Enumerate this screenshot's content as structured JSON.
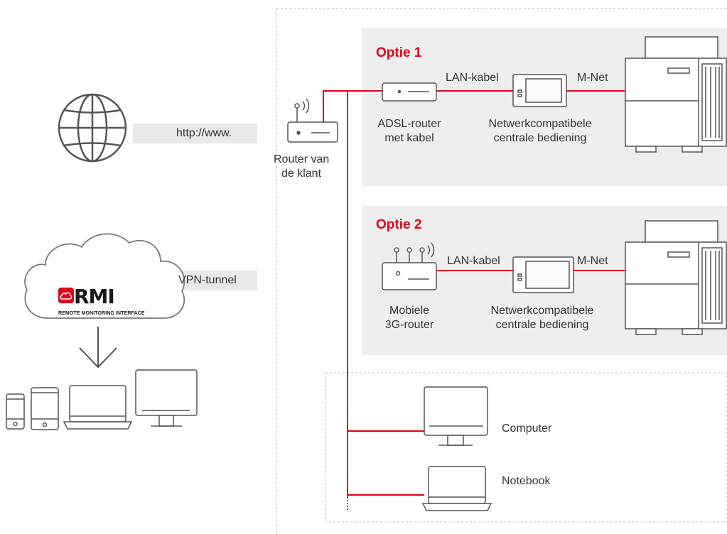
{
  "internet": {
    "url_label": "http://www."
  },
  "vpn": {
    "tunnel_label": "VPN-tunnel"
  },
  "rmi_logo": {
    "wordmark": "RMI",
    "tagline": "REMOTE MONITORING INTERFACE"
  },
  "customer_router": {
    "label_line1": "Router van",
    "label_line2": "de klant"
  },
  "option1": {
    "title": "Optie 1",
    "lan_label": "LAN-kabel",
    "mnet_label": "M-Net",
    "router_line1": "ADSL-router",
    "router_line2": "met kabel",
    "controller_line1": "Netwerkcompatibele",
    "controller_line2": "centrale bediening"
  },
  "option2": {
    "title": "Optie 2",
    "lan_label": "LAN-kabel",
    "mnet_label": "M-Net",
    "router_line1": "Mobiele",
    "router_line2": "3G-router",
    "controller_line1": "Netwerkcompatibele",
    "controller_line2": "centrale bediening"
  },
  "local_devices": {
    "computer_label": "Computer",
    "notebook_label": "Notebook"
  },
  "colors": {
    "accent_red": "#e0001b",
    "panel_gray": "#eeeeee",
    "line_gray": "#666666",
    "tag_gray": "#e8e8e8"
  },
  "icons": [
    "globe-icon",
    "cloud-icon",
    "download-arrow-icon",
    "smartphone-icon",
    "tablet-icon",
    "laptop-icon",
    "monitor-icon",
    "router-icon",
    "controller-icon",
    "outdoor-unit-icon"
  ]
}
